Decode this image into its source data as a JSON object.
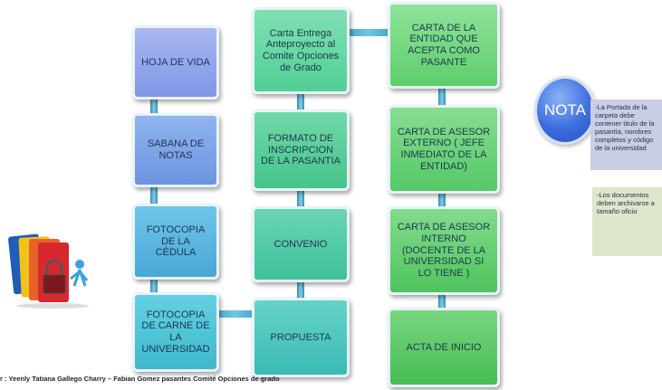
{
  "diagram": {
    "column1": [
      "HOJA DE VIDA",
      "SABANA DE NOTAS",
      "FOTOCOPIA DE LA CÉDULA",
      "FOTOCOPIA DE CARNE DE LA UNIVERSIDAD"
    ],
    "column2": [
      "Carta Entrega Anteproyecto al Comite Opciones de Grado",
      "FORMATO DE INSCRIPCION DE LA PASANTIA",
      "CONVENIO",
      "PROPUESTA"
    ],
    "column3": [
      "CARTA DE LA ENTIDAD QUE ACEPTA COMO PASANTE",
      "CARTA DE ASESOR EXTERNO ( JEFE INMEDIATO DE LA ENTIDAD)",
      "CARTA DE ASESOR INTERNO (DOCENTE DE LA UNIVERSIDAD SI LO TIENE )",
      "ACTA DE INICIO"
    ]
  },
  "nota": {
    "label": "NOTA",
    "note1": "-La Portada de la carpeta debe contener titulo de la pasantía, nombres completos y código de la universidad",
    "note2": "-Los documentos deben archivarse a tamaño oficio"
  },
  "footer": "r : Yeenly Tatiana Gallego Charry – Fabian Gomez pasantes Comité Opciones de grado",
  "icons": {
    "folder": "folders-lock-icon"
  }
}
